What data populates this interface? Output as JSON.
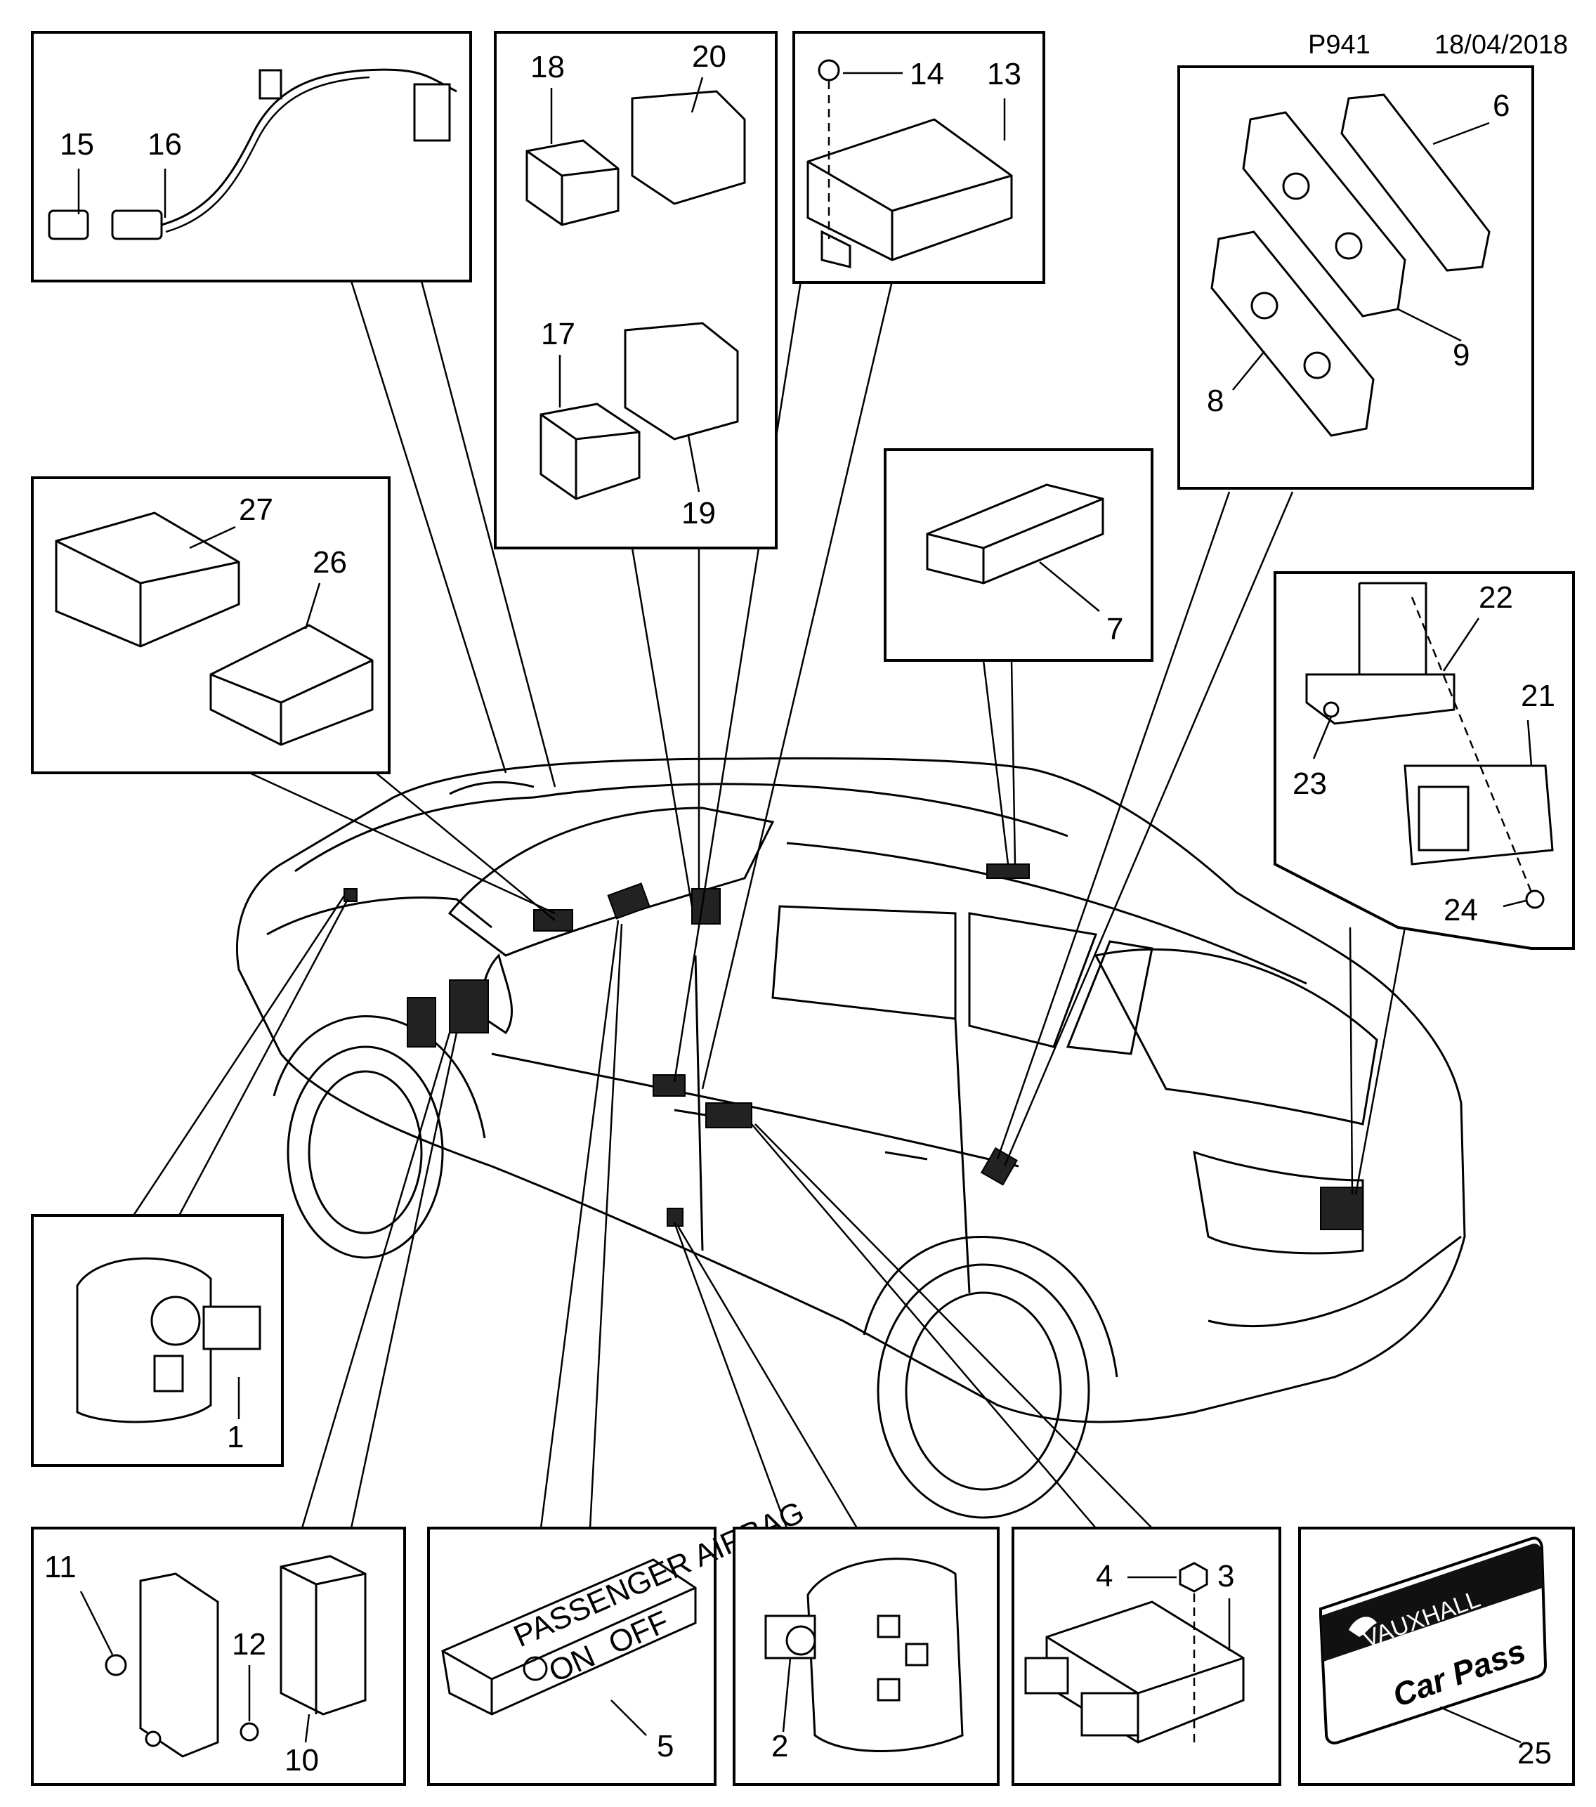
{
  "header": {
    "diagram_code": "P941",
    "date": "18/04/2018"
  },
  "callouts": {
    "n1": "1",
    "n2": "2",
    "n3": "3",
    "n4": "4",
    "n5": "5",
    "n6": "6",
    "n7": "7",
    "n8": "8",
    "n9": "9",
    "n10": "10",
    "n11": "11",
    "n12": "12",
    "n13": "13",
    "n14": "14",
    "n15": "15",
    "n16": "16",
    "n17": "17",
    "n18": "18",
    "n19": "19",
    "n20": "20",
    "n21": "21",
    "n22": "22",
    "n23": "23",
    "n24": "24",
    "n25": "25",
    "n26": "26",
    "n27": "27"
  },
  "airbag_module_text": {
    "title": "PASSENGER AIRBAG",
    "on": "ON",
    "off": "OFF"
  },
  "car_pass": {
    "brand": "VAUXHALL",
    "label": "Car Pass"
  }
}
